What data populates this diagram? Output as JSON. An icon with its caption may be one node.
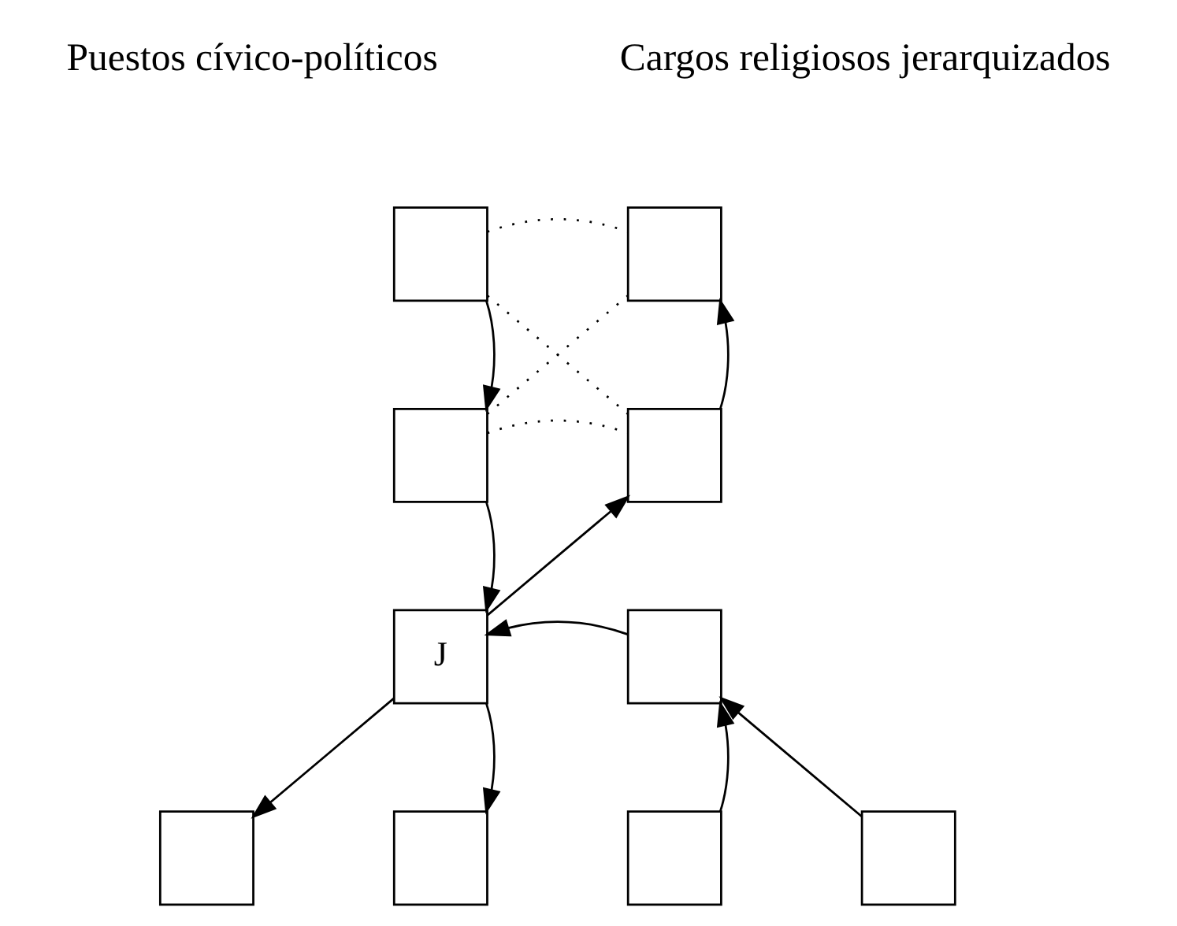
{
  "diagram": {
    "nodes": [
      {
        "text": [],
        "shape": "box"
      },
      {
        "text": [],
        "shape": "box"
      },
      {
        "text": [],
        "shape": "box"
      },
      {
        "text": [],
        "shape": "box"
      },
      {
        "text": [
          "J"
        ]
      },
      {
        "text": [],
        "shape": "box"
      },
      {
        "text": [],
        "shape": "box"
      },
      {
        "text": [],
        "shape": "box"
      },
      {
        "text": [],
        "shape": "box"
      },
      {
        "text": [],
        "shape": "box"
      }
    ],
    "edges": [
      {
        "from": 0,
        "to": 1,
        "arrow": "none",
        "style": "dashed"
      },
      {
        "from": 0,
        "to": 3,
        "arrow": "none",
        "style": "dashed"
      },
      {
        "from": 2,
        "to": 1,
        "arrow": "none",
        "style": "dashed"
      },
      {
        "from": 2,
        "to": 3,
        "arrow": "none",
        "style": "dashed"
      },
      {
        "from": 0,
        "to": 2,
        "arrow": "to"
      },
      {
        "from": 3,
        "to": 1,
        "arrow": "to"
      },
      {
        "from": 2,
        "to": 4,
        "arrow": "to"
      },
      {
        "from": 4,
        "to": 3,
        "arrow": "to"
      },
      {
        "from": 5,
        "to": 4,
        "arrow": "to"
      },
      {
        "from": 4,
        "to": 6,
        "arrow": "to"
      },
      {
        "from": 4,
        "to": 7,
        "arrow": "to"
      },
      {
        "from": 8,
        "to": 5,
        "arrow": "to"
      },
      {
        "from": 9,
        "to": 5,
        "arrow": "to"
      }
    ],
    "labels": [
      "Puestos cívico-políticos",
      "Cargos religiosos jerarquizados"
    ]
  }
}
